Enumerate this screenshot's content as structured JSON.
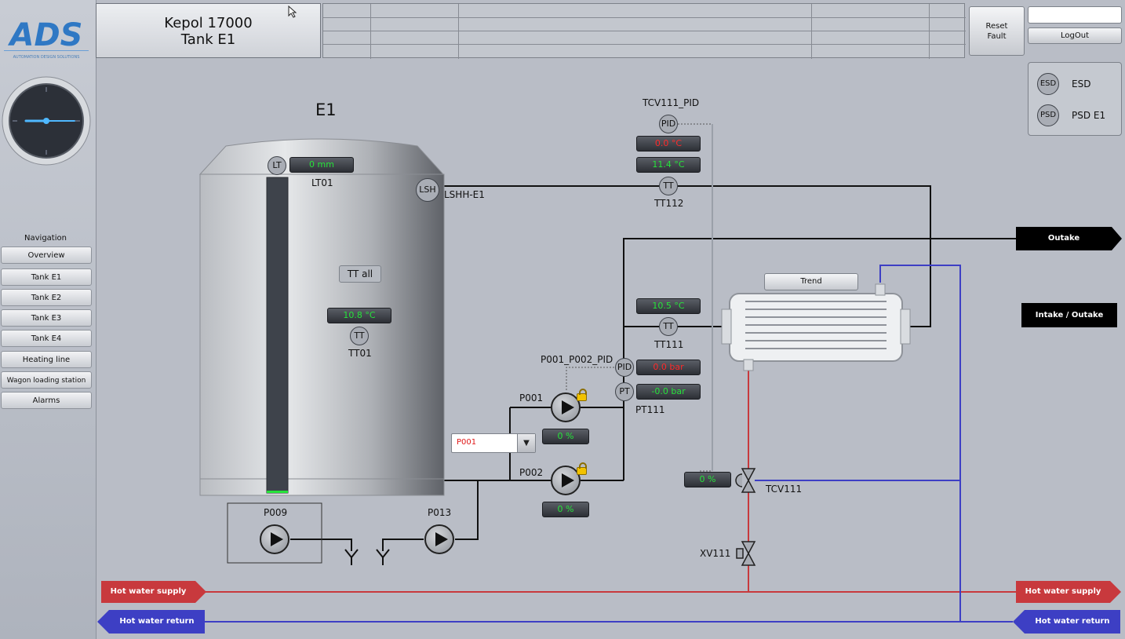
{
  "logo": {
    "text": "ADS",
    "subtitle": "AUTOMATION DESIGN SOLUTIONS"
  },
  "header": {
    "title_line1": "Kepol 17000",
    "title_line2": "Tank E1",
    "reset_line1": "Reset",
    "reset_line2": "Fault",
    "user_input_value": "",
    "logout_label": "LogOut"
  },
  "navigation": {
    "title": "Navigation",
    "items": [
      "Overview",
      "Tank E1",
      "Tank E2",
      "Tank E3",
      "Tank E4",
      "Heating line",
      "Wagon loading station",
      "Alarms"
    ]
  },
  "safety": {
    "esd_icon": "ESD",
    "esd_label": "ESD",
    "psd_icon": "PSD",
    "psd_label": "PSD E1"
  },
  "tank": {
    "name": "E1",
    "lt_tag": "LT",
    "lt_value": "0 mm",
    "lt_name": "LT01",
    "lsh_tag": "LSH",
    "lsh_name": "LSHH-E1",
    "tt_all_label": "TT all",
    "tt01_value": "10.8 °C",
    "tt01_tag": "TT",
    "tt01_name": "TT01"
  },
  "tcv111_pid": {
    "name": "TCV111_PID",
    "tag": "PID",
    "setpoint_value": "0.0 °C",
    "actual_value": "11.4 °C",
    "tt112_tag": "TT",
    "tt112_name": "TT112"
  },
  "tt111": {
    "value": "10.5 °C",
    "tag": "TT",
    "name": "TT111"
  },
  "pump_pid": {
    "name": "P001_P002_PID",
    "pid_tag": "PID",
    "pid_value": "0.0 bar",
    "pt_tag": "PT",
    "pt_value": "-0.0 bar",
    "pt_name": "PT111"
  },
  "pumps": {
    "p001_name": "P001",
    "p001_speed": "0 %",
    "p002_name": "P002",
    "p002_speed": "0 %",
    "select_value": "P001",
    "p009_name": "P009",
    "p013_name": "P013"
  },
  "valves": {
    "tcv111_name": "TCV111",
    "tcv111_position": "0 %",
    "xv111_name": "XV111"
  },
  "exchanger": {
    "trend_label": "Trend"
  },
  "lines": {
    "outake": "Outake",
    "intake_outake": "Intake / Outake",
    "hot_supply_left": "Hot water supply",
    "hot_return_left": "Hot water return",
    "hot_supply_right": "Hot water supply",
    "hot_return_right": "Hot water return"
  },
  "colors": {
    "supply": "#c8393d",
    "return": "#3d3fc4",
    "value_ok": "#26e33a",
    "value_alarm": "#ff2a2a"
  },
  "clock": {
    "hour_hand": 45,
    "minute_hand": 15
  }
}
